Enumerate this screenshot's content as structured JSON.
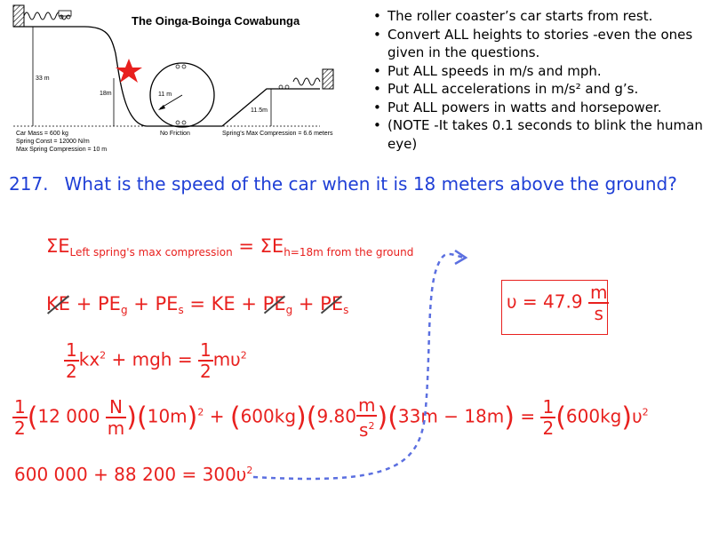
{
  "diagram": {
    "title": "The Oinga-Boinga Cowabunga",
    "height_total": "33 m",
    "height_18": "18m",
    "loop_radius": "11 m",
    "height_right": "11.5m",
    "no_friction": "No Friction",
    "car_mass": "Car Mass = 600 kg",
    "spring_const": "Spring Const = 12000 N/m",
    "max_compression": "Max Spring Compression = 10 m",
    "right_compression": "Spring's Max Compression = 6.6 meters"
  },
  "notes": [
    "The roller coaster’s car starts from rest.",
    "Convert ALL heights to stories -even the ones given in the questions.",
    "Put ALL speeds in m/s and mph.",
    "Put ALL accelerations in m/s² and g’s.",
    "Put ALL powers in watts and horsepower.",
    "(NOTE -It takes 0.1 seconds to blink the human eye)"
  ],
  "question": {
    "number": "217.",
    "text": "What is the speed of the car when it is 18 meters above the ground?"
  },
  "solution": {
    "line1_left_sub": "Left spring's max compression",
    "line1_right_sub": "h=18m  from the ground",
    "answer_value": "υ = 47.9",
    "answer_unit_num": "m",
    "answer_unit_den": "s",
    "line4_k": "12 000",
    "line4_x": "10m",
    "line4_m": "600kg",
    "line4_g": "9.80",
    "line4_dh": "33m − 18m",
    "line4_m2": "600kg",
    "line5": "600 000 + 88 200 = 300υ"
  },
  "colors": {
    "question": "#1f3fd6",
    "work": "#e8201e",
    "arrow": "#5b6fe0"
  }
}
